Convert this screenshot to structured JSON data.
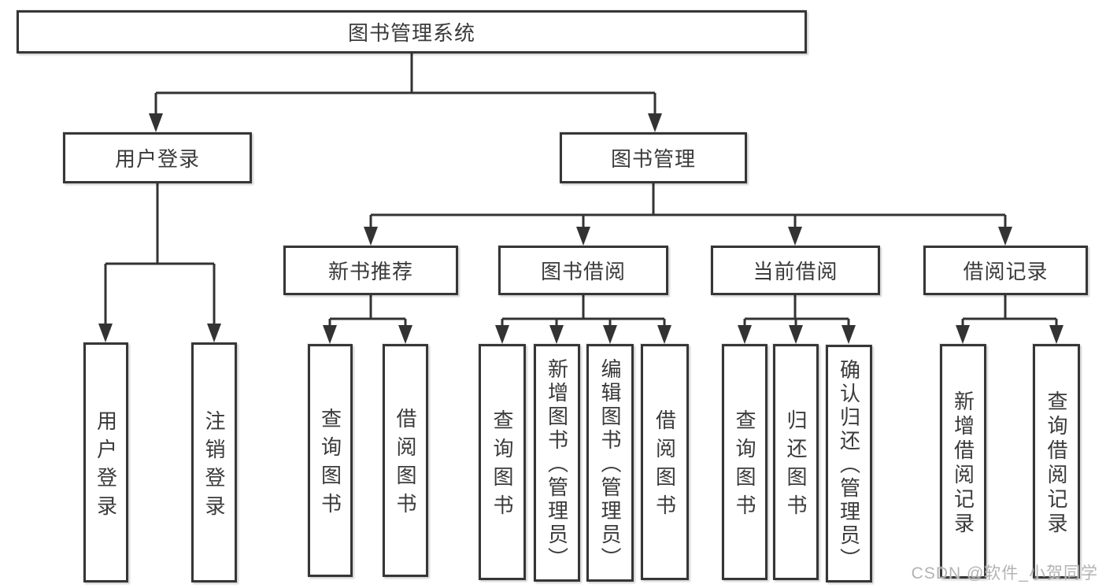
{
  "diagram": {
    "root": "图书管理系统",
    "level2": {
      "user_login": "用户登录",
      "book_mgmt": "图书管理"
    },
    "level3": {
      "new_books": "新书推荐",
      "book_borrow": "图书借阅",
      "current_borrow": "当前借阅",
      "borrow_records": "借阅记录"
    },
    "leaves": {
      "user_login_1": "用户登录",
      "user_login_2": "注销登录",
      "new_books_1": "查询图书",
      "new_books_2": "借阅图书",
      "book_borrow_1": "查询图书",
      "book_borrow_2": "新增图书（管理员）",
      "book_borrow_3": "编辑图书（管理员）",
      "book_borrow_4": "借阅图书",
      "current_borrow_1": "查询图书",
      "current_borrow_2": "归还图书",
      "current_borrow_3": "确认归还（管理员）",
      "borrow_records_1": "新增借阅记录",
      "borrow_records_2": "查询借阅记录"
    }
  },
  "watermark": "CSDN @软件_小贺同学",
  "colors": {
    "line": "#333333",
    "box_border": "#363636",
    "box_bg": "#ffffff",
    "text": "#3a3a3a",
    "watermark": "#b3b3b3"
  }
}
